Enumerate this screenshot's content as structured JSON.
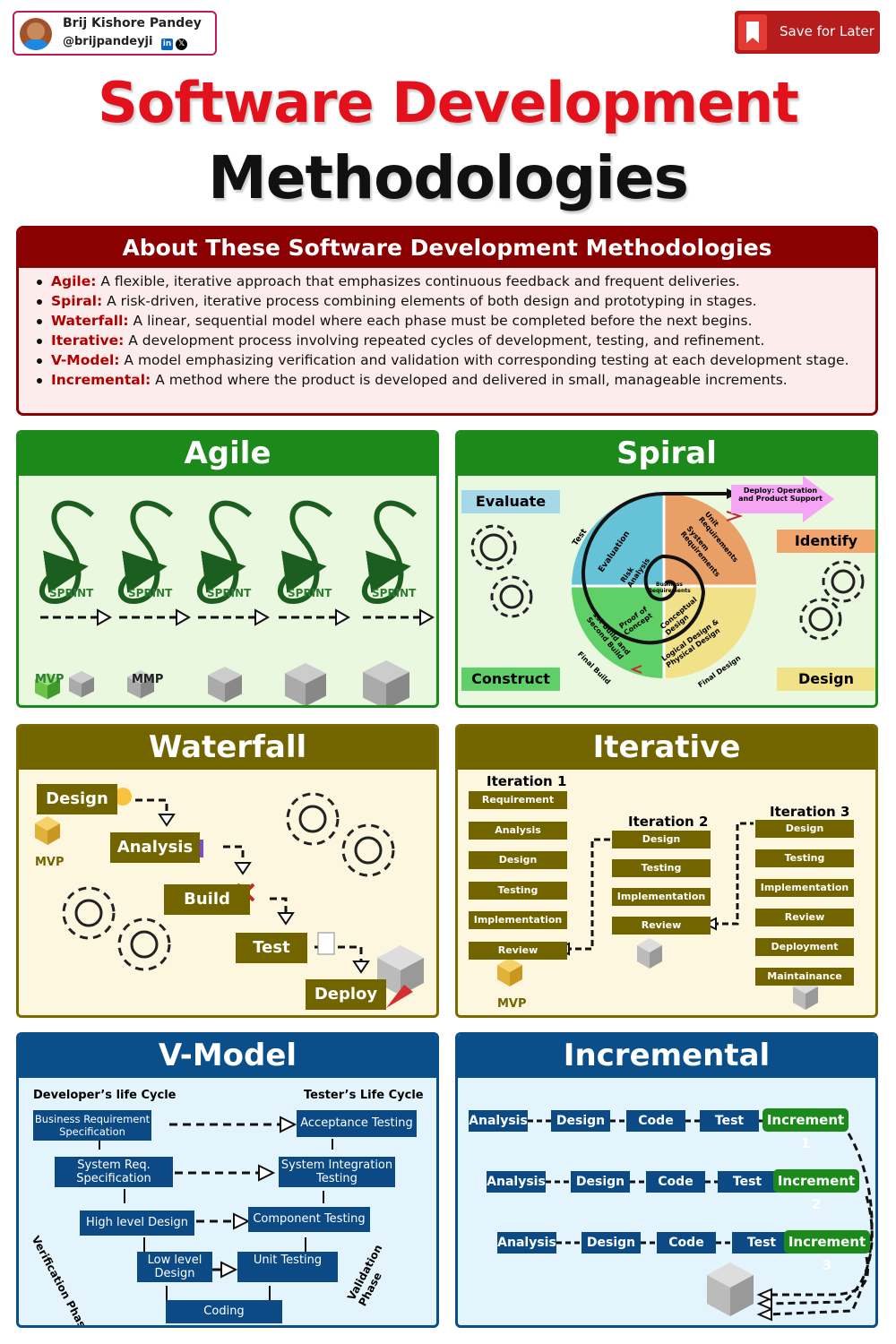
{
  "author": {
    "name": "Brij Kishore Pandey",
    "handle": "@brijpandeyji",
    "linkedin": "in",
    "x": "𝕏"
  },
  "save_label": "Save for Later",
  "title": {
    "line1": "Software Development",
    "line2": "Methodologies"
  },
  "about": {
    "heading": "About These Software Development Methodologies",
    "items": [
      {
        "term": "Agile:",
        "text": " A flexible, iterative approach that emphasizes continuous feedback and frequent deliveries."
      },
      {
        "term": "Spiral:",
        "text": " A risk-driven, iterative process combining elements of both design and prototyping in stages."
      },
      {
        "term": "Waterfall:",
        "text": " A linear, sequential model where each phase must be completed before the next begins."
      },
      {
        "term": "Iterative:",
        "text": " A development process involving repeated cycles of development, testing, and refinement."
      },
      {
        "term": "V-Model:",
        "text": " A model emphasizing verification and validation with corresponding testing at each development stage."
      },
      {
        "term": "Incremental:",
        "text": " A method where the product is developed and delivered in small, manageable increments."
      }
    ]
  },
  "agile": {
    "title": "Agile",
    "sprint": "SPRINT",
    "mvp": "MVP",
    "mmp": "MMP"
  },
  "spiral": {
    "title": "Spiral",
    "evaluate": "Evaluate",
    "identify": "Identify",
    "construct": "Construct",
    "design": "Design",
    "deploy": "Deploy: Operation and Product Support",
    "labels": {
      "test": "Test",
      "evaluation": "Evaluation",
      "risk": "Risk Analysis",
      "unit_req": "Unit Requirements",
      "system_req": "System Requirements",
      "business_req": "Business Requirements",
      "proof": "Proof of Concept",
      "conceptual": "Conceptual Design",
      "first_build": "1st Build and Second Build",
      "logical": "Logical Design & Physical Design",
      "final_build": "Final Build",
      "final_design": "Final Design"
    }
  },
  "waterfall": {
    "title": "Waterfall",
    "steps": [
      "Design",
      "Analysis",
      "Build",
      "Test",
      "Deploy"
    ],
    "mvp": "MVP"
  },
  "iterative": {
    "title": "Iterative",
    "it1": {
      "title": "Iteration 1",
      "steps": [
        "Requirement",
        "Analysis",
        "Design",
        "Testing",
        "Implementation",
        "Review"
      ]
    },
    "it2": {
      "title": "Iteration 2",
      "steps": [
        "Design",
        "Testing",
        "Implementation",
        "Review"
      ]
    },
    "it3": {
      "title": "Iteration 3",
      "steps": [
        "Design",
        "Testing",
        "Implementation",
        "Review",
        "Deployment",
        "Maintainance"
      ]
    },
    "mvp": "MVP"
  },
  "vmodel": {
    "title": "V-Model",
    "dev": "Developer’s life Cycle",
    "tester": "Tester’s Life Cycle",
    "left": [
      "Business Requirement Specification",
      "System Req. Specification",
      "High level Design",
      "Low level Design"
    ],
    "right": [
      "Acceptance Testing",
      "System Integration Testing",
      "Component Testing",
      "Unit Testing"
    ],
    "coding": "Coding",
    "verification": "Verification Phase",
    "validation": "Validation Phase"
  },
  "incremental": {
    "title": "Incremental",
    "steps": [
      "Analysis",
      "Design",
      "Code",
      "Test"
    ],
    "increments": [
      "Increment 1",
      "Increment 2",
      "Increment 3"
    ]
  },
  "colors": {
    "red": "#e3111b",
    "green": "#1b8a1b",
    "olive": "#726500",
    "blue": "#0b4f8a"
  }
}
